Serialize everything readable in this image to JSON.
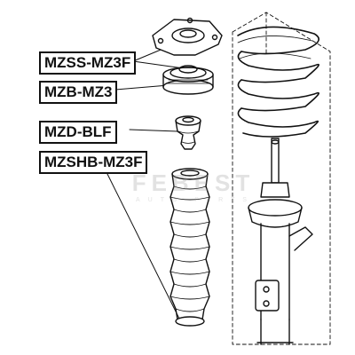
{
  "labels": {
    "top_mount": "MZSS-MZ3F",
    "bearing": "MZB-MZ3",
    "bump_stop": "MZD-BLF",
    "boot": "MZSHB-MZ3F"
  },
  "watermark": {
    "text": "FEBEST",
    "subtext": "AUTO PARTS"
  },
  "colors": {
    "ink": "#111111",
    "watermark": "#999999"
  }
}
